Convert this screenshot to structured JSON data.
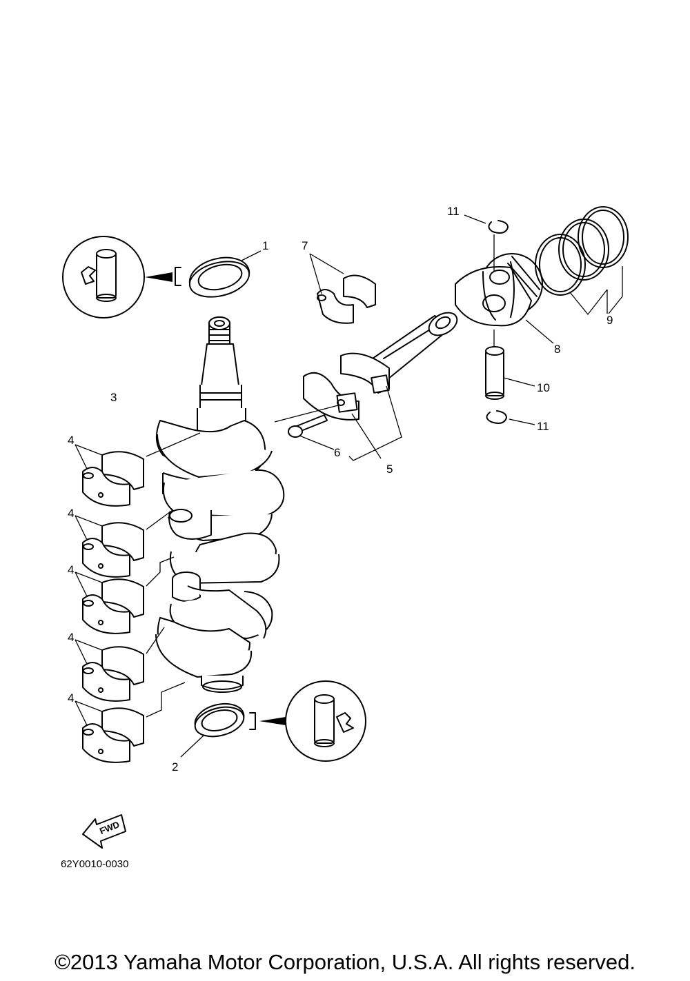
{
  "callouts": {
    "c1": "1",
    "c2": "2",
    "c3": "3",
    "c4": "4",
    "c5": "5",
    "c6": "6",
    "c7": "7",
    "c8": "8",
    "c9": "9",
    "c10": "10",
    "c11": "11"
  },
  "fwd_label": "FWD",
  "diagram_code": "62Y0010-0030",
  "copyright": "©2013 Yamaha Motor Corporation, U.S.A. All rights reserved."
}
